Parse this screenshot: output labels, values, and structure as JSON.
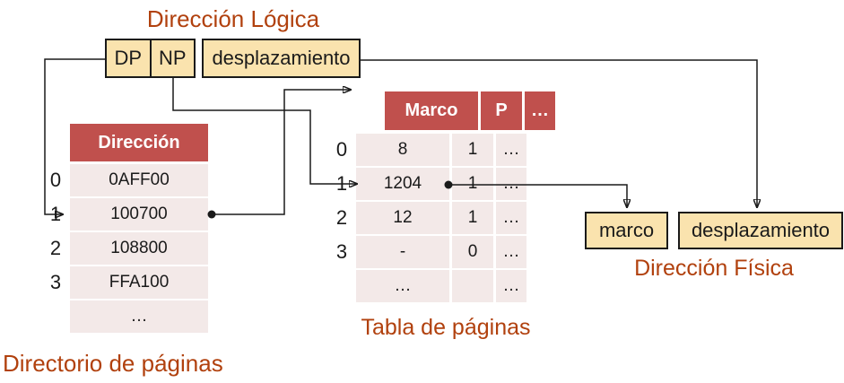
{
  "colors": {
    "title-color": "#B1410E",
    "table-header-bg": "#C0504D",
    "table-header-text": "#FFFFFF",
    "table-row-bg": "#F3E9E8",
    "box-bg": "#FAE3AE",
    "box-border": "#1A1A1A",
    "line-color": "#1A1A1A",
    "text-color": "#1A1A1A"
  },
  "logical_address": {
    "title": "Dirección Lógica",
    "dp_label": "DP",
    "np_label": "NP",
    "offset_label": "desplazamiento"
  },
  "page_directory": {
    "caption": "Directorio de páginas",
    "header": "Dirección",
    "row_indices": [
      "0",
      "1",
      "2",
      "3",
      ""
    ],
    "rows": [
      "0AFF00",
      "100700",
      "108800",
      "FFA100",
      "…"
    ]
  },
  "page_table": {
    "caption": "Tabla de páginas",
    "headers": [
      "Marco",
      "P",
      "…"
    ],
    "row_indices": [
      "0",
      "1",
      "2",
      "3",
      ""
    ],
    "rows": [
      [
        "8",
        "1",
        "…"
      ],
      [
        "1204",
        "1",
        "…"
      ],
      [
        "12",
        "1",
        "…"
      ],
      [
        "-",
        "0",
        "…"
      ],
      [
        "…",
        "",
        "…"
      ]
    ]
  },
  "physical_address": {
    "title": "Dirección Física",
    "frame_label": "marco",
    "offset_label": "desplazamiento"
  }
}
